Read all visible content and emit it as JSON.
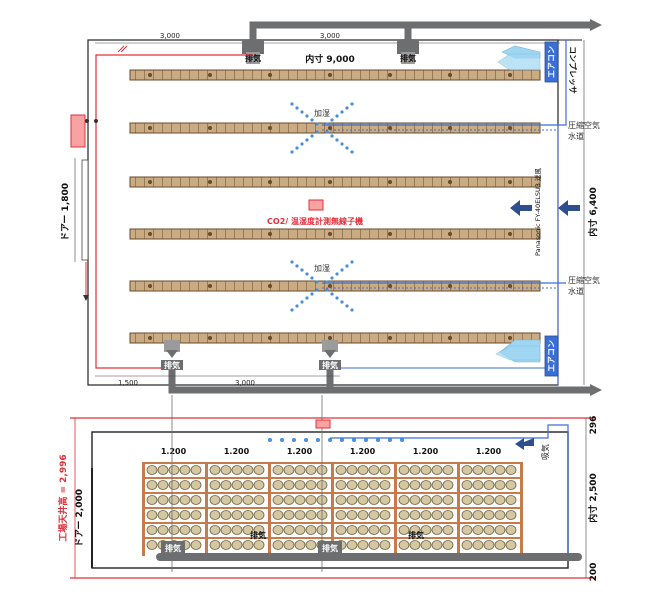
{
  "plan": {
    "dim_top_left": "3,000",
    "dim_top_right": "3,000",
    "inner_width": "内寸 9,000",
    "exhaust_label": "排気",
    "humidify_label": "加湿",
    "sensor_label": "CO2/ 温湿度計測無線子機",
    "compressor_label": "コンプレッサ",
    "aircon_label": "エアコン",
    "air_pipe_label": "圧縮空気",
    "water_pipe_label": "水道",
    "fan_label": "Panasonic FY-40ELSU3 送風",
    "inner_depth": "内寸 6,400",
    "door_width": "ドアー 1,800",
    "dim_bottom_left": "1,500",
    "dim_bottom_right": "3,000"
  },
  "elevation": {
    "shelf_widths": [
      "1.200",
      "1.200",
      "1.200",
      "1.200",
      "1.200",
      "1.200"
    ],
    "ceiling_height": "工場天井高 = 2,996",
    "door_height": "ドアー 2,000",
    "inner_height": "内寸 2,500",
    "top_dim": "296",
    "bottom_dim": "200",
    "intake_label": "吸気",
    "exhaust_label": "排気"
  },
  "colors": {
    "rack_fill": "#c9ab84",
    "rack_edge": "#6b4a2a",
    "pipe_red": "#e0303a",
    "pipe_blue": "#3a6fd8",
    "duct_gray": "#6d6e70",
    "arrow_blue": "#9fd6f2",
    "fan_blue": "#2d4f8e"
  }
}
